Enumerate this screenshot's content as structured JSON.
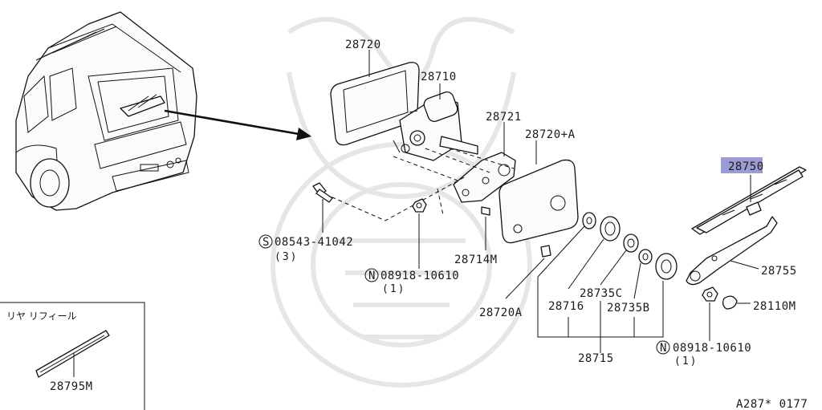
{
  "labels": {
    "p28720": "28720",
    "p28710": "28710",
    "p28721": "28721",
    "p28720A_plus": "28720+A",
    "p28750": "28750",
    "p28755": "28755",
    "p28110M": "28110M",
    "bolt_code": "08543-41042",
    "bolt_qty": "(3)",
    "nut1_code": "08918-10610",
    "nut1_qty": "(1)",
    "nut2_code": "08918-10610",
    "nut2_qty": "(1)",
    "p28714M": "28714M",
    "p28720A": "28720A",
    "p28716": "28716",
    "p28735C": "28735C",
    "p28735B": "28735B",
    "p28715": "28715",
    "refill_code": "28795M",
    "diagram_ref": "A287* 0177"
  },
  "symbols": {
    "s": "S",
    "n": "N"
  },
  "inset": {
    "title": "リヤ リフィール"
  },
  "colors": {
    "highlight": "#9b9cd6",
    "line": "#111111",
    "watermark": "#e6e6e6"
  }
}
